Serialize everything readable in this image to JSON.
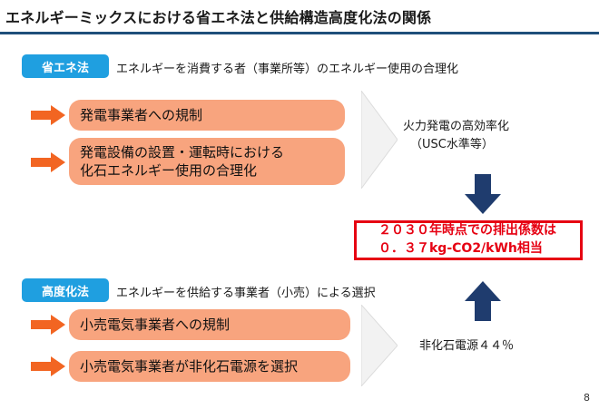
{
  "title": "エネルギーミックスにおける省エネ法と供給構造高度化法の関係",
  "energy_saving": {
    "tag": "省エネ法",
    "heading": "エネルギーを消費する者（事業所等）のエネルギー使用の合理化",
    "items": [
      "発電事業者への規制",
      "発電設備の設置・運転時における",
      "化石エネルギー使用の合理化"
    ],
    "outcome_lines": [
      "火力発電の高効率化",
      "（USC水準等）"
    ]
  },
  "target": {
    "line1": "２０３０年時点での排出係数は",
    "line2": "０．３７kg-CO2/kWh相当"
  },
  "sophistication": {
    "tag": "高度化法",
    "heading": "エネルギーを供給する事業者（小売）による選択",
    "items": [
      "小売電気事業者への規制",
      "小売電気事業者が非化石電源を選択"
    ],
    "outcome": "非化石電源４４％"
  },
  "page_number": "8",
  "colors": {
    "tag": "#1f9fe0",
    "pill": "#f8a47e",
    "bullet_arrow": "#f26522",
    "chevron": "#f2f2f2",
    "arrow_navy": "#1f3c6e",
    "target": "#e60012"
  }
}
